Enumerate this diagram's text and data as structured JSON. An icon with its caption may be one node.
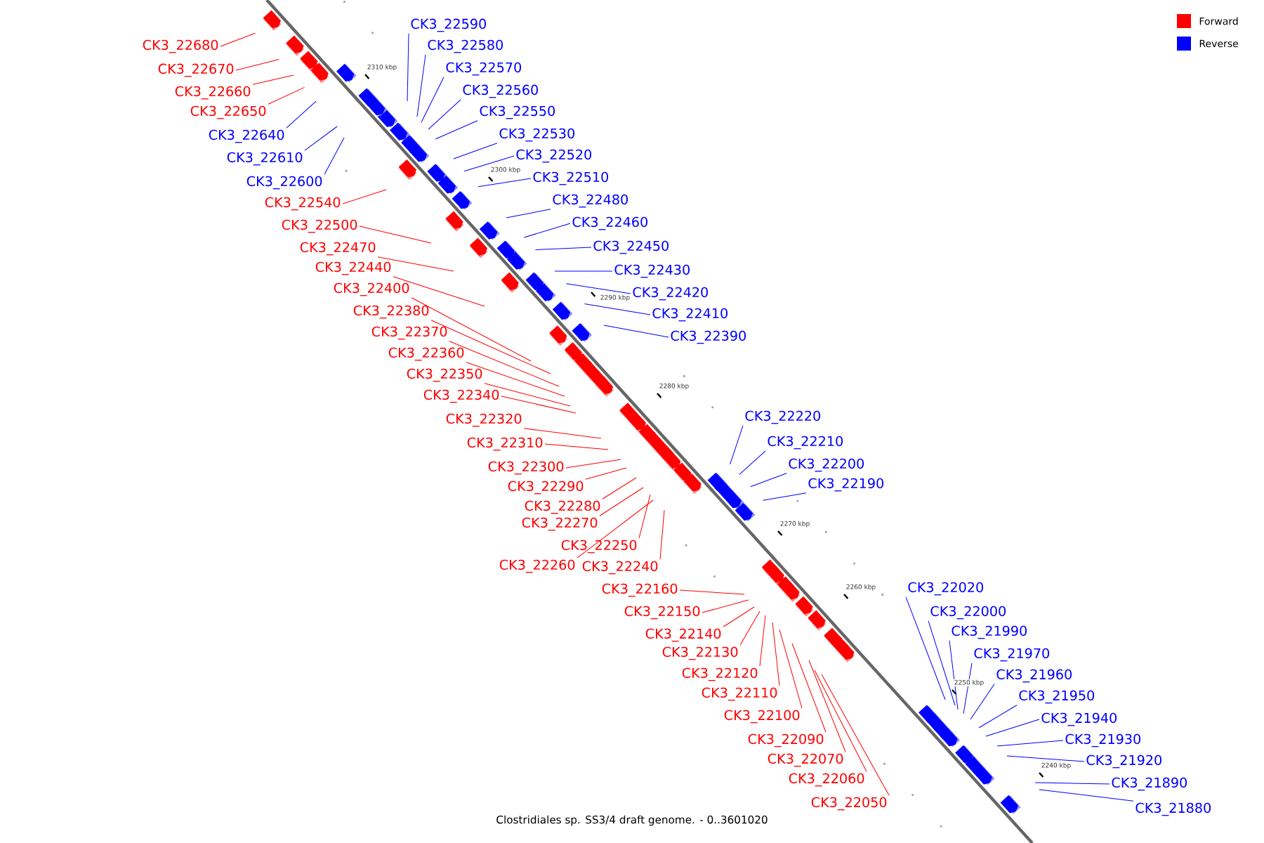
{
  "diagram": {
    "caption": "Clostridiales sp. SS3/4 draft genome. - 0..3601020",
    "nodes": [
      {
        "text": [
          "CK3_22590"
        ]
      },
      {
        "text": [
          "CK3_22680"
        ]
      },
      {
        "text": [
          "CK3_22580"
        ]
      },
      {
        "text": [
          "CK3_22670"
        ]
      },
      {
        "text": [
          "CK3_22570"
        ]
      },
      {
        "text": [
          "CK3_22560"
        ]
      },
      {
        "text": [
          "CK3_22660"
        ]
      },
      {
        "text": [
          "CK3_22550"
        ]
      },
      {
        "text": [
          "CK3_22650"
        ]
      },
      {
        "text": [
          "CK3_22530"
        ]
      },
      {
        "text": [
          "CK3_22640"
        ]
      },
      {
        "text": [
          "CK3_22520"
        ]
      },
      {
        "text": [
          "CK3_22610"
        ]
      },
      {
        "text": [
          "CK3_22510"
        ]
      },
      {
        "text": [
          "CK3_22600"
        ]
      },
      {
        "text": [
          "CK3_22480"
        ]
      },
      {
        "text": [
          "CK3_22540"
        ]
      },
      {
        "text": [
          "CK3_22460"
        ]
      },
      {
        "text": [
          "CK3_22500"
        ]
      },
      {
        "text": [
          "CK3_22450"
        ]
      },
      {
        "text": [
          "CK3_22470"
        ]
      },
      {
        "text": [
          "CK3_22440"
        ]
      },
      {
        "text": [
          "CK3_22430"
        ]
      },
      {
        "text": [
          "CK3_22400"
        ]
      },
      {
        "text": [
          "CK3_22420"
        ]
      },
      {
        "text": [
          "CK3_22380"
        ]
      },
      {
        "text": [
          "CK3_22410"
        ]
      },
      {
        "text": [
          "CK3_22370"
        ]
      },
      {
        "text": [
          "CK3_22390"
        ]
      },
      {
        "text": [
          "CK3_22360"
        ]
      },
      {
        "text": [
          "CK3_22350"
        ]
      },
      {
        "text": [
          "CK3_22340"
        ]
      },
      {
        "text": [
          "CK3_22220"
        ]
      },
      {
        "text": [
          "CK3_22320"
        ]
      },
      {
        "text": [
          "CK3_22210"
        ]
      },
      {
        "text": [
          "CK3_22310"
        ]
      },
      {
        "text": [
          "CK3_22200"
        ]
      },
      {
        "text": [
          "CK3_22300"
        ]
      },
      {
        "text": [
          "CK3_22190"
        ]
      },
      {
        "text": [
          "CK3_22290"
        ]
      },
      {
        "text": [
          "CK3_22280"
        ]
      },
      {
        "text": [
          "CK3_22270"
        ]
      },
      {
        "text": [
          "CK3_22250"
        ]
      },
      {
        "text": [
          "CK3_22260"
        ]
      },
      {
        "text": [
          "CK3_22240"
        ]
      },
      {
        "text": [
          "CK3_22020"
        ]
      },
      {
        "text": [
          "CK3_22160"
        ]
      },
      {
        "text": [
          "CK3_22000"
        ]
      },
      {
        "text": [
          "CK3_22150"
        ]
      },
      {
        "text": [
          "CK3_21990"
        ]
      },
      {
        "text": [
          "CK3_22140"
        ]
      },
      {
        "text": [
          "CK3_22130"
        ]
      },
      {
        "text": [
          "CK3_21970"
        ]
      },
      {
        "text": [
          "CK3_22120"
        ]
      },
      {
        "text": [
          "CK3_21960"
        ]
      },
      {
        "text": [
          "CK3_22110"
        ]
      },
      {
        "text": [
          "CK3_21950"
        ]
      },
      {
        "text": [
          "CK3_22100"
        ]
      },
      {
        "text": [
          "CK3_21940"
        ]
      },
      {
        "text": [
          "CK3_22090"
        ]
      },
      {
        "text": [
          "CK3_21930"
        ]
      },
      {
        "text": [
          "CK3_22070"
        ]
      },
      {
        "text": [
          "CK3_21920"
        ]
      },
      {
        "text": [
          "CK3_22060"
        ]
      },
      {
        "text": [
          "CK3_21890"
        ]
      },
      {
        "text": [
          "CK3_22050"
        ]
      },
      {
        "text": [
          "CK3_21880"
        ]
      }
    ],
    "edges": [
      {
        "from": 0,
        "to": null,
        "arrow": "none",
        "color": "#0000ff"
      },
      {
        "from": 1,
        "to": null,
        "arrow": "none"
      },
      {
        "from": 2,
        "to": null,
        "arrow": "none",
        "color": "#0000ff"
      },
      {
        "from": 3,
        "to": null,
        "arrow": "none"
      },
      {
        "from": 4,
        "to": null,
        "arrow": "none",
        "color": "#0000ff"
      },
      {
        "from": 5,
        "to": null,
        "arrow": "none",
        "color": "#0000ff"
      },
      {
        "from": 6,
        "to": null,
        "arrow": "none"
      },
      {
        "from": 7,
        "to": null,
        "arrow": "none",
        "color": "#0000ff"
      },
      {
        "from": 8,
        "to": null,
        "arrow": "none"
      },
      {
        "from": 9,
        "to": null,
        "arrow": "none",
        "color": "#0000ff"
      },
      {
        "from": 10,
        "to": null,
        "arrow": "none",
        "color": "#0000ff"
      },
      {
        "from": 11,
        "to": null,
        "arrow": "none",
        "color": "#0000ff"
      },
      {
        "from": 12,
        "to": null,
        "arrow": "none",
        "color": "#0000ff"
      },
      {
        "from": 13,
        "to": null,
        "arrow": "none",
        "color": "#0000ff"
      },
      {
        "from": 14,
        "to": null,
        "arrow": "none",
        "color": "#0000ff"
      },
      {
        "from": 15,
        "to": null,
        "arrow": "none",
        "color": "#0000ff"
      },
      {
        "from": 16,
        "to": null,
        "arrow": "none"
      },
      {
        "from": 17,
        "to": null,
        "arrow": "none",
        "color": "#0000ff"
      },
      {
        "from": 18,
        "to": null,
        "arrow": "none"
      },
      {
        "from": 19,
        "to": null,
        "arrow": "none",
        "color": "#0000ff"
      },
      {
        "from": 20,
        "to": null,
        "arrow": "none"
      },
      {
        "from": 21,
        "to": null,
        "arrow": "none"
      },
      {
        "from": 22,
        "to": null,
        "arrow": "none",
        "color": "#0000ff"
      },
      {
        "from": 23,
        "to": null,
        "arrow": "none"
      },
      {
        "from": 24,
        "to": null,
        "arrow": "none",
        "color": "#0000ff"
      },
      {
        "from": 25,
        "to": null,
        "arrow": "none"
      },
      {
        "from": 26,
        "to": null,
        "arrow": "none",
        "color": "#0000ff"
      },
      {
        "from": 27,
        "to": null,
        "arrow": "none"
      },
      {
        "from": 28,
        "to": null,
        "arrow": "none",
        "color": "#0000ff"
      },
      {
        "from": 29,
        "to": null,
        "arrow": "none"
      },
      {
        "from": 30,
        "to": null,
        "arrow": "none"
      },
      {
        "from": 31,
        "to": null,
        "arrow": "none"
      },
      {
        "from": 32,
        "to": null,
        "arrow": "none",
        "color": "#0000ff"
      },
      {
        "from": 33,
        "to": null,
        "arrow": "none"
      },
      {
        "from": 34,
        "to": null,
        "arrow": "none",
        "color": "#0000ff"
      },
      {
        "from": 35,
        "to": null,
        "arrow": "none"
      },
      {
        "from": 36,
        "to": null,
        "arrow": "none",
        "color": "#0000ff"
      },
      {
        "from": 37,
        "to": null,
        "arrow": "none"
      },
      {
        "from": 38,
        "to": null,
        "arrow": "none",
        "color": "#0000ff"
      },
      {
        "from": 39,
        "to": null,
        "arrow": "none"
      },
      {
        "from": 40,
        "to": null,
        "arrow": "none"
      },
      {
        "from": 41,
        "to": null,
        "arrow": "none"
      },
      {
        "from": 42,
        "to": null,
        "arrow": "none"
      },
      {
        "from": 43,
        "to": null,
        "arrow": "none"
      },
      {
        "from": 44,
        "to": null,
        "arrow": "none"
      },
      {
        "from": 45,
        "to": null,
        "arrow": "none",
        "color": "#0000ff"
      },
      {
        "from": 46,
        "to": null,
        "arrow": "none"
      },
      {
        "from": 47,
        "to": null,
        "arrow": "none",
        "color": "#0000ff"
      },
      {
        "from": 48,
        "to": null,
        "arrow": "none"
      },
      {
        "from": 49,
        "to": null,
        "arrow": "none",
        "color": "#0000ff"
      },
      {
        "from": 50,
        "to": null,
        "arrow": "none"
      },
      {
        "from": 51,
        "to": null,
        "arrow": "none"
      },
      {
        "from": 52,
        "to": null,
        "arrow": "none",
        "color": "#0000ff"
      },
      {
        "from": 53,
        "to": null,
        "arrow": "none"
      },
      {
        "from": 54,
        "to": null,
        "arrow": "none",
        "color": "#0000ff"
      },
      {
        "from": 55,
        "to": null,
        "arrow": "none"
      },
      {
        "from": 56,
        "to": null,
        "arrow": "none",
        "color": "#0000ff"
      },
      {
        "from": 57,
        "to": null,
        "arrow": "none"
      },
      {
        "from": 58,
        "to": null,
        "arrow": "none",
        "color": "#0000ff"
      },
      {
        "from": 59,
        "to": null,
        "arrow": "none"
      },
      {
        "from": 60,
        "to": null,
        "arrow": "none",
        "color": "#0000ff"
      },
      {
        "from": 61,
        "to": null,
        "arrow": "none"
      },
      {
        "from": 62,
        "to": null,
        "arrow": "none",
        "color": "#0000ff"
      },
      {
        "from": 63,
        "to": null,
        "arrow": "none"
      },
      {
        "from": 64,
        "to": null,
        "arrow": "none",
        "color": "#0000ff"
      },
      {
        "from": 65,
        "to": null,
        "arrow": "none"
      },
      {
        "from": 66,
        "to": null,
        "arrow": "none",
        "color": "#0000ff"
      }
    ],
    "labels": [
      "2310 kbp",
      "2300 kbp",
      "2290 kbp",
      "2280 kbp",
      "2270 kbp",
      "2260 kbp",
      "2250 kbp",
      "2240 kbp"
    ],
    "legend": [
      {
        "text": "Forward",
        "color": "#ff0000"
      },
      {
        "text": "Reverse",
        "color": "#0000ff"
      }
    ]
  }
}
